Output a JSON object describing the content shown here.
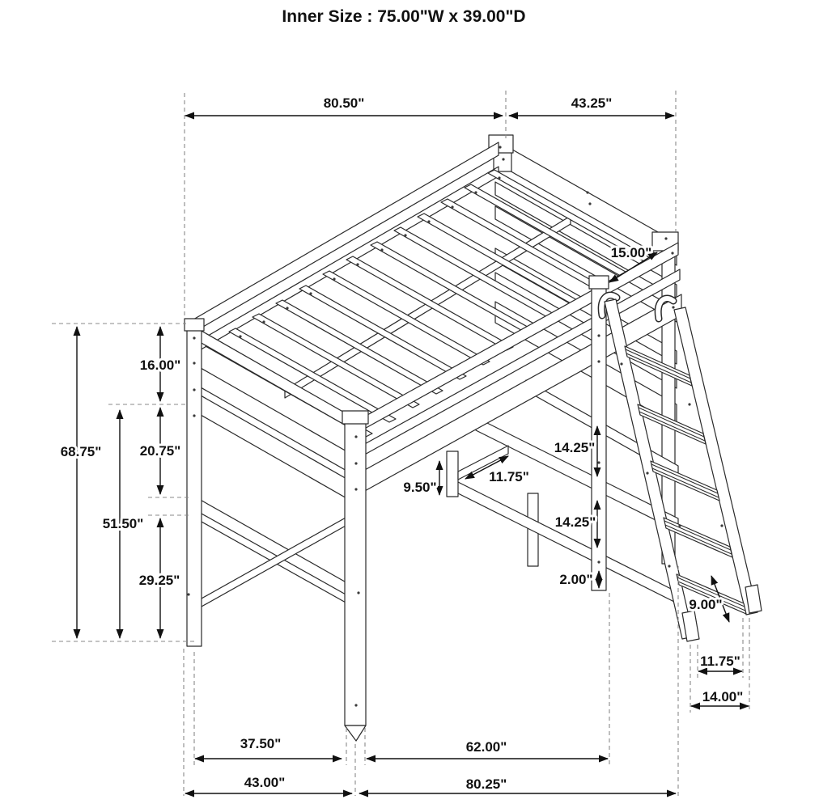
{
  "title": "Inner Size : 75.00\"W x 39.00\"D",
  "dims": {
    "top_length": "80.50\"",
    "top_depth": "43.25\"",
    "rail_to_post": "15.00\"",
    "guardrail_height": "16.00\"",
    "rail_gap": "20.75\"",
    "overall_height": "68.75\"",
    "under_rail_height": "51.50\"",
    "lower_leg": "29.25\"",
    "support_height": "9.50\"",
    "shelf_width": "11.75\"",
    "shelf_gap_upper": "14.25\"",
    "shelf_gap_lower": "14.25\"",
    "post_foot": "2.00\"",
    "ladder_step_spacing": "9.00\"",
    "ladder_inner_width": "11.75\"",
    "ladder_outer_width": "14.00\"",
    "floor_left_inner": "37.50\"",
    "floor_right_inner": "62.00\"",
    "floor_left_total": "43.00\"",
    "floor_right_total": "80.25\""
  }
}
